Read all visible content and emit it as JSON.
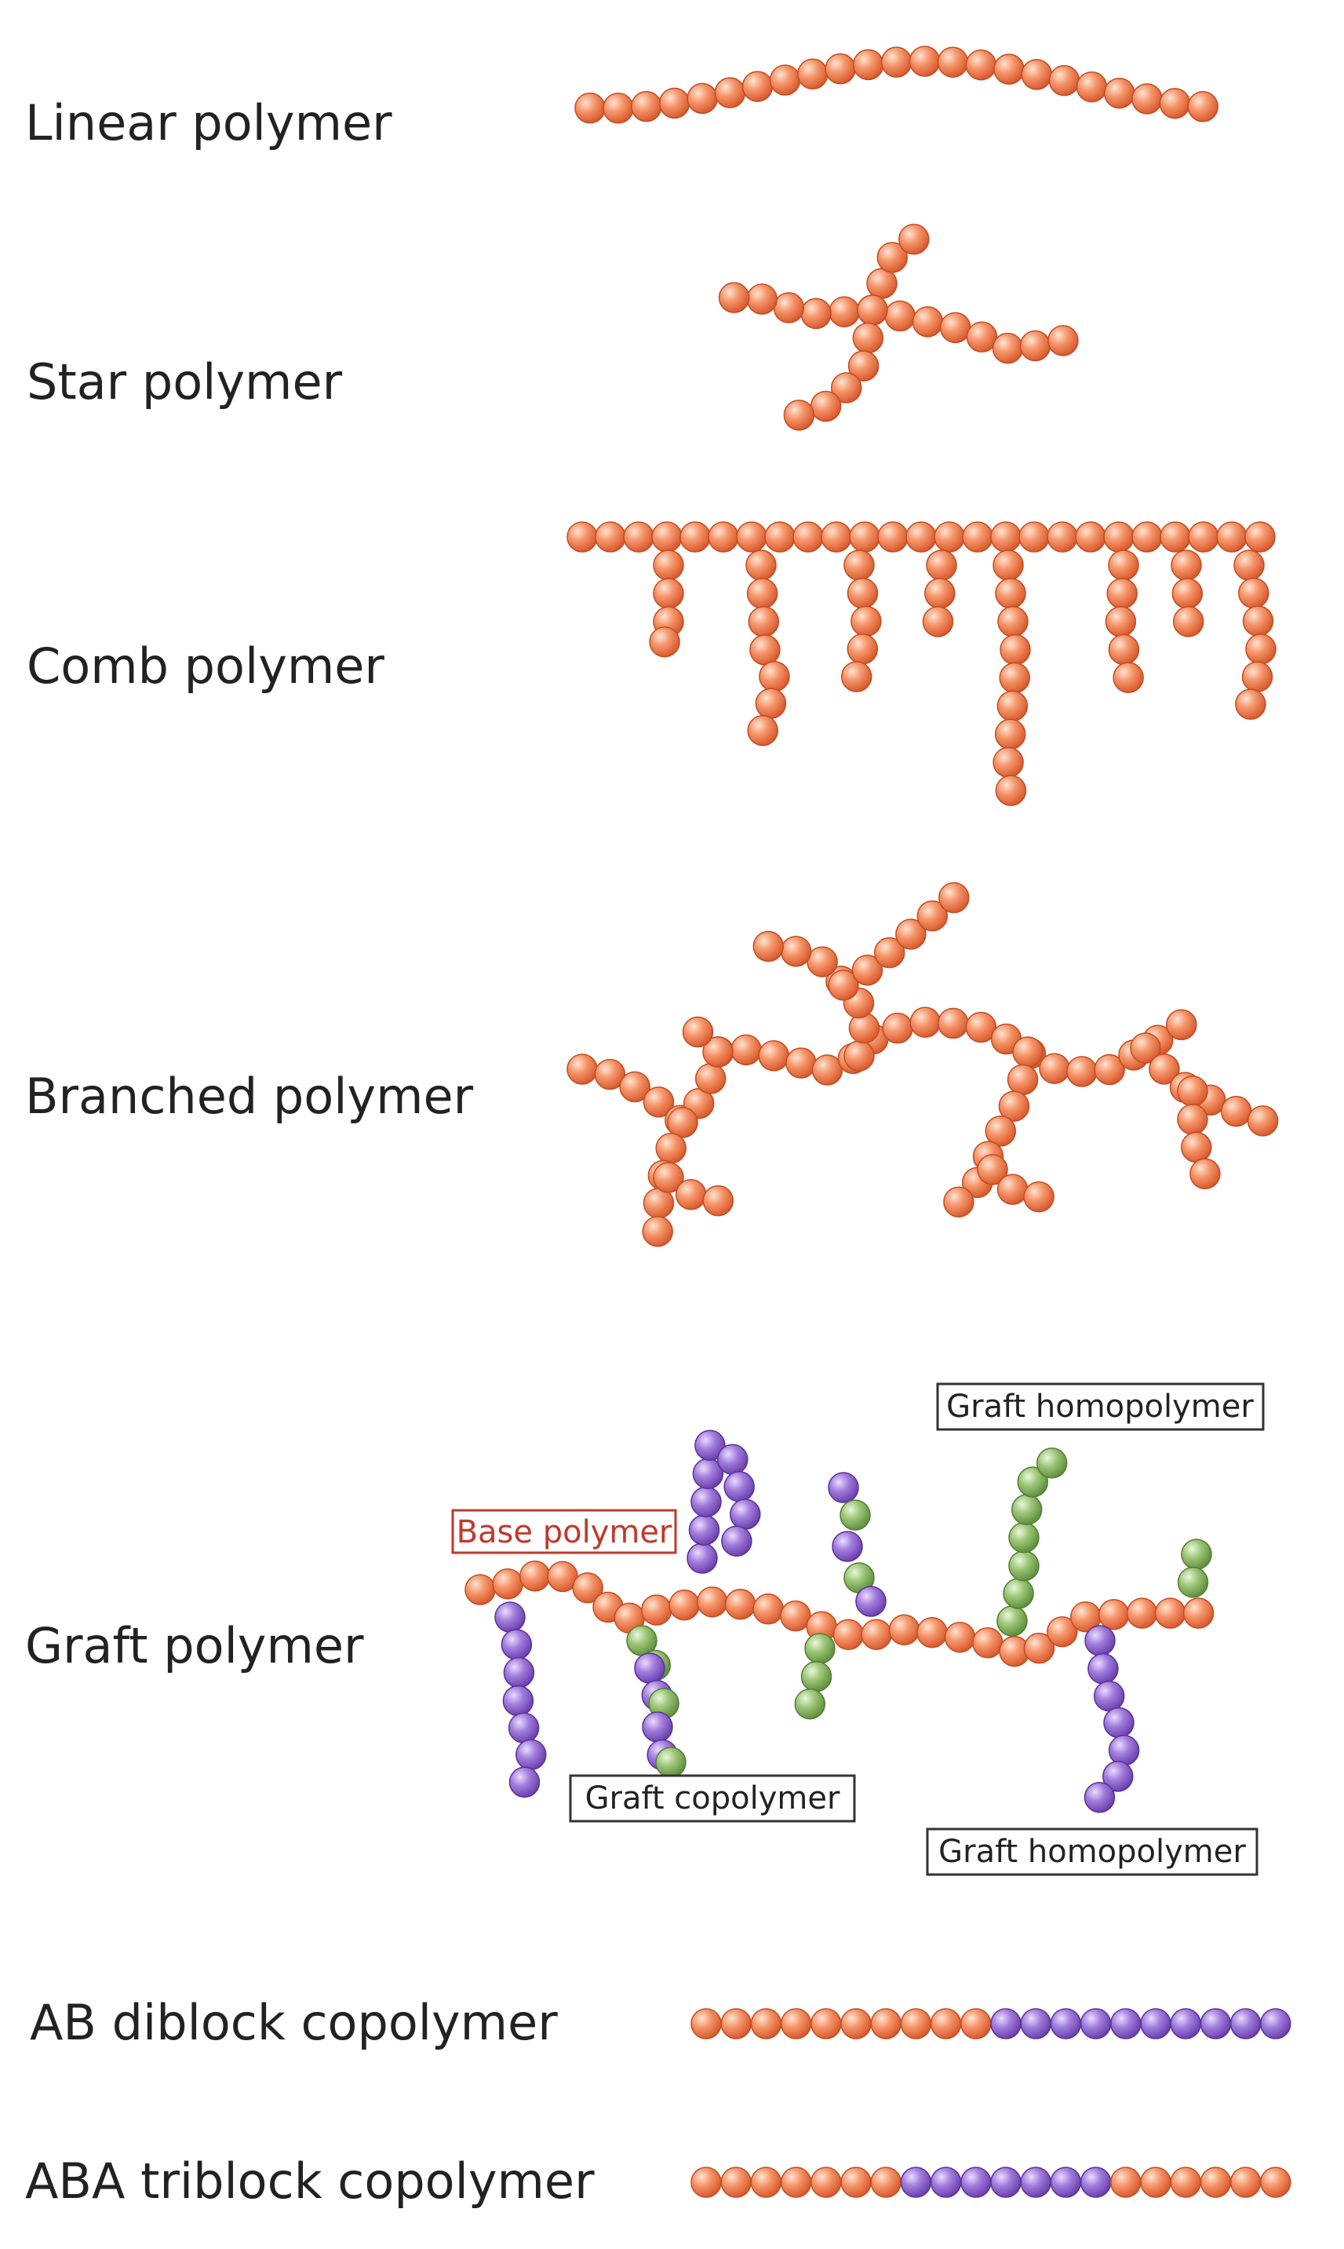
{
  "rows": [
    {
      "label": "Linear polymer"
    },
    {
      "label": "Star polymer"
    },
    {
      "label": "Comb polymer"
    },
    {
      "label": "Branched polymer"
    },
    {
      "label": "Graft polymer"
    },
    {
      "label": "AB diblock copolymer"
    },
    {
      "label": "ABA triblock copolymer"
    }
  ],
  "callouts": {
    "base_polymer": "Base polymer",
    "graft_homopolymer_top": "Graft homopolymer",
    "graft_copolymer": "Graft copolymer",
    "graft_homopolymer_bottom": "Graft homopolymer"
  },
  "colors": {
    "monomer_a": "#f08a5d",
    "monomer_b": "#9b6fd4",
    "monomer_c": "#8fba6a",
    "base_label": "#c0392b",
    "text": "#222222"
  },
  "block_copolymers": {
    "ab_diblock": [
      "A",
      "A",
      "A",
      "A",
      "A",
      "A",
      "A",
      "A",
      "A",
      "A",
      "B",
      "B",
      "B",
      "B",
      "B",
      "B",
      "B",
      "B",
      "B",
      "B"
    ],
    "aba_triblock": [
      "A",
      "A",
      "A",
      "A",
      "A",
      "A",
      "A",
      "B",
      "B",
      "B",
      "B",
      "B",
      "B",
      "B",
      "A",
      "A",
      "A",
      "A",
      "A",
      "A"
    ]
  },
  "icons": {
    "monomer": "sphere-bead"
  }
}
